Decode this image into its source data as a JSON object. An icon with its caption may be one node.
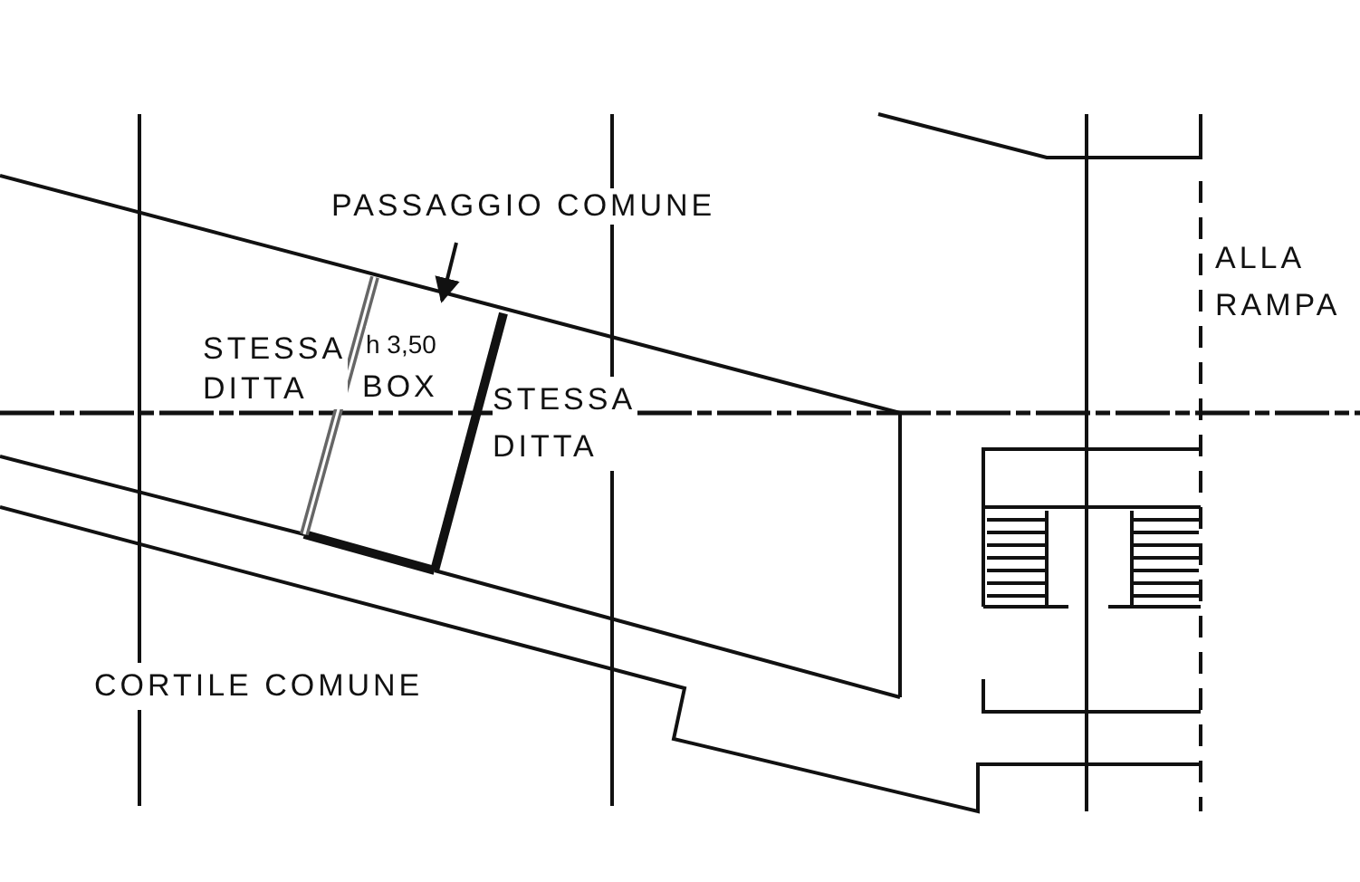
{
  "diagram": {
    "nodes": [
      {
        "text": [
          "PASSAGGIO COMUNE"
        ]
      },
      {
        "text": [
          "h 3,50",
          "BOX"
        ]
      }
    ],
    "edges": [
      {
        "from": 0,
        "to": 1,
        "arrow": "to"
      }
    ],
    "labels": [
      "ALLA RAMPA",
      "STESSA DITTA",
      "STESSA DITTA",
      "CORTILE COMUNE"
    ]
  }
}
